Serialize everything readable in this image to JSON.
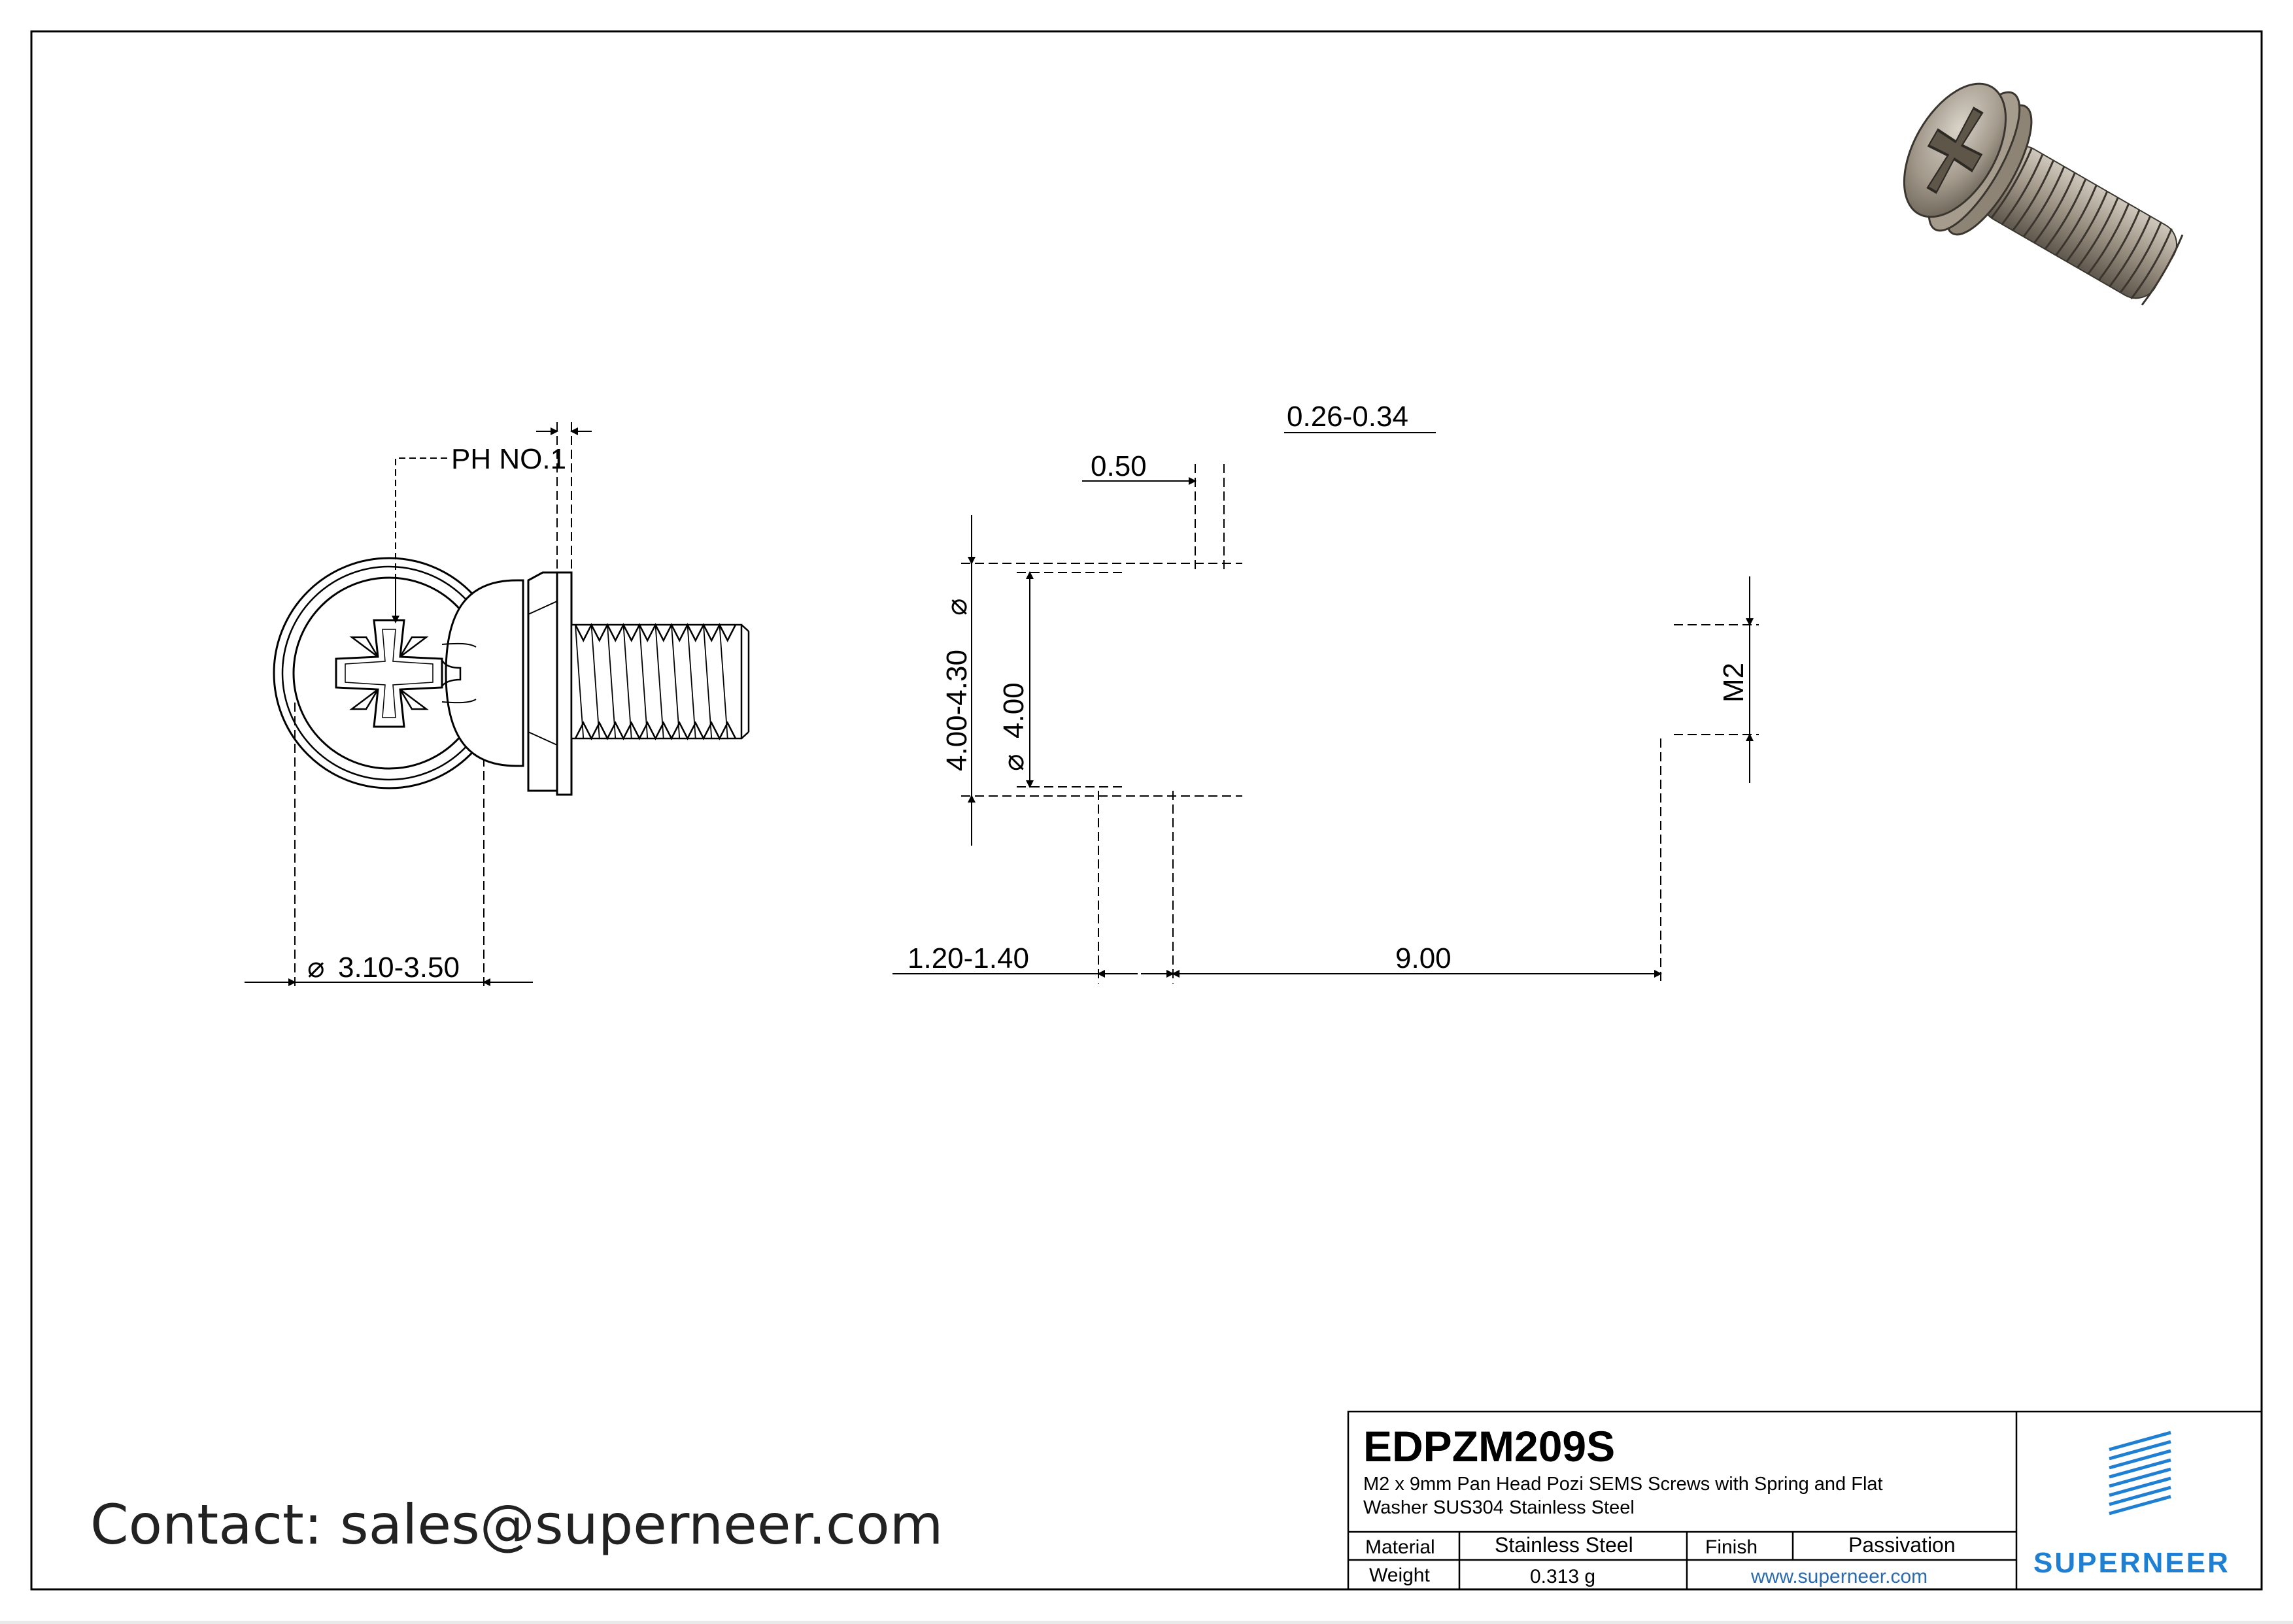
{
  "dimensions": {
    "head_drive": "PH NO.1",
    "drive_diameter": "3.10-3.50",
    "washer_thickness": "0.26-0.34",
    "spring_thickness": "0.50",
    "washer_diameter": "4.00-4.30",
    "head_diameter": "4.00",
    "thread": "M2",
    "head_height": "1.20-1.40",
    "length": "9.00",
    "diameter_symbol": "⌀"
  },
  "contact": "Contact: sales@superneer.com",
  "title_block": {
    "part_code": "EDPZM209S",
    "description_line1": "M2 x 9mm Pan Head Pozi SEMS Screws with Spring and Flat",
    "description_line2": "Washer SUS304 Stainless Steel",
    "material_label": "Material",
    "material_value": "Stainless Steel",
    "finish_label": "Finish",
    "finish_value": "Passivation",
    "weight_label": "Weight",
    "weight_value": "0.313 g",
    "website": "www.superneer.com",
    "brand": "SUPERNEER"
  },
  "colors": {
    "line": "#000000",
    "brand_blue": "#1e7fd3",
    "link_blue": "#2a6ab0",
    "screw_metal": "#a09688"
  }
}
